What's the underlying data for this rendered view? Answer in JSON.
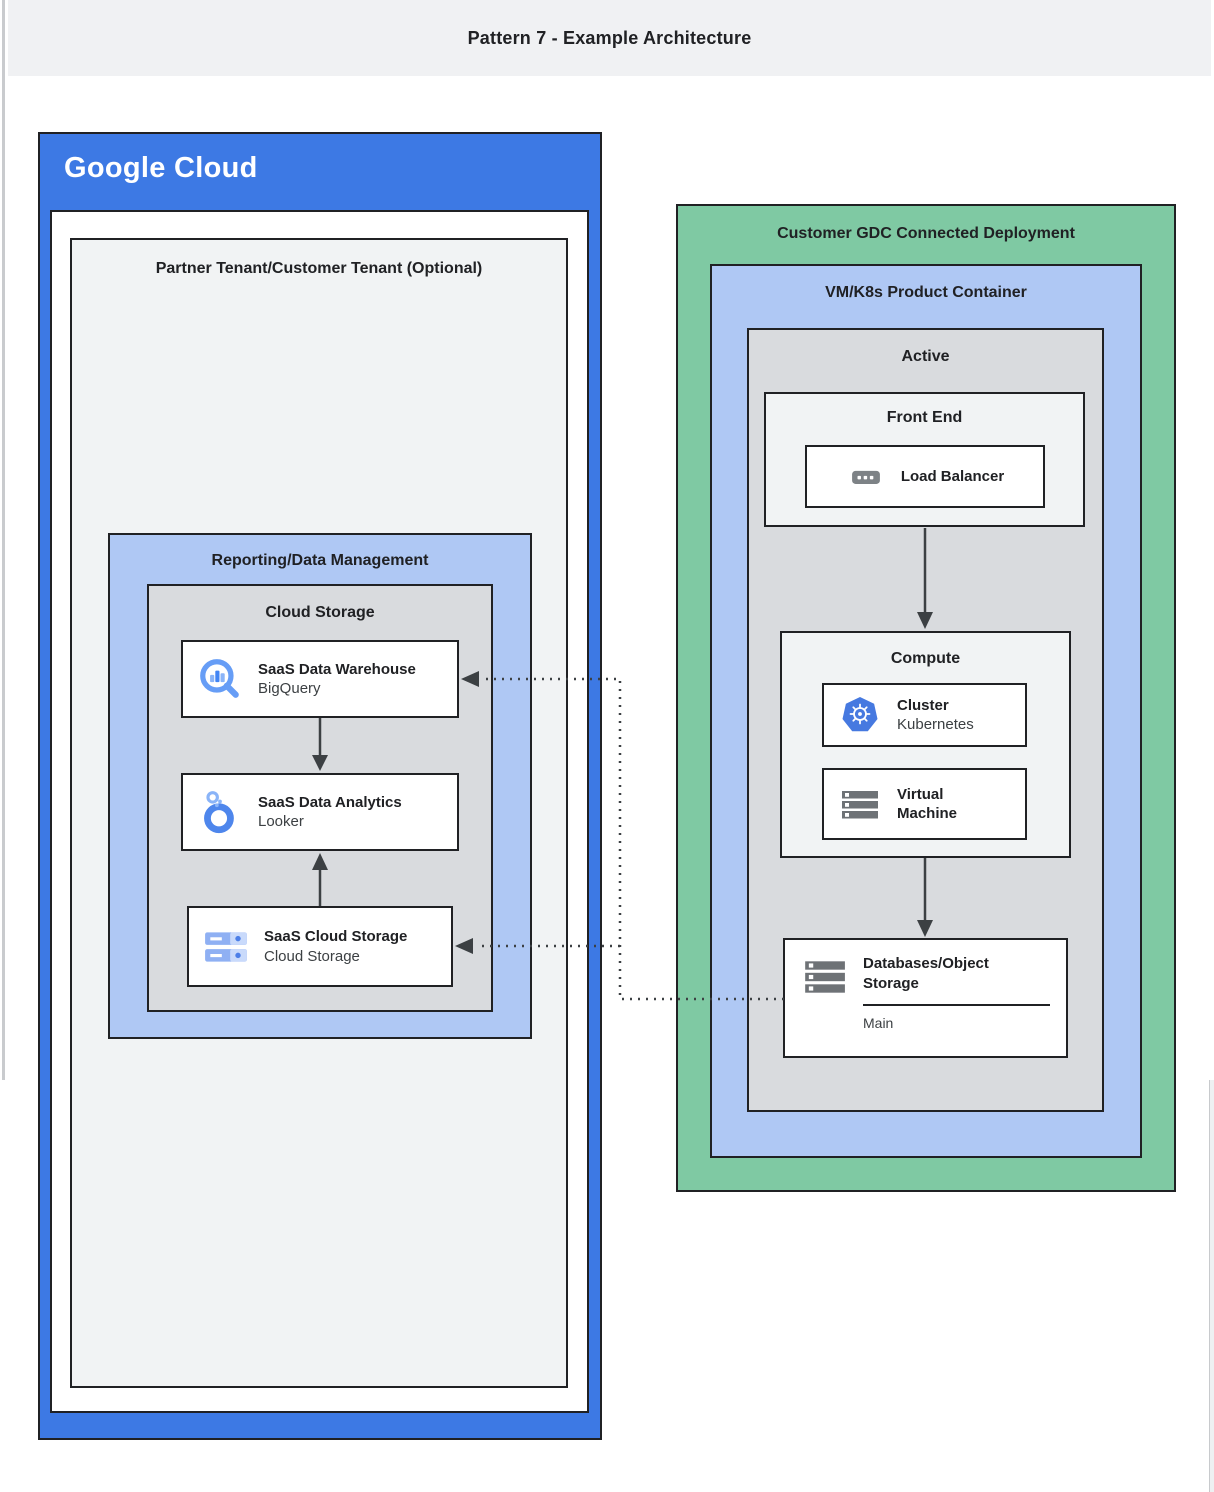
{
  "page": {
    "title": "Pattern 7 - Example Architecture"
  },
  "google_cloud": {
    "logo": "Google Cloud",
    "partner_tenant": {
      "title": "Partner Tenant/Customer Tenant (Optional)"
    },
    "reporting": {
      "title": "Reporting/Data Management",
      "cloud_storage_group": {
        "title": "Cloud Storage",
        "warehouse": {
          "title": "SaaS Data Warehouse",
          "subtitle": "BigQuery",
          "icon": "bigquery-icon"
        },
        "analytics": {
          "title": "SaaS Data Analytics",
          "subtitle": "Looker",
          "icon": "looker-icon"
        },
        "storage": {
          "title": "SaaS Cloud Storage",
          "subtitle": "Cloud Storage",
          "icon": "cloud-storage-icon"
        }
      }
    }
  },
  "gdc": {
    "title": "Customer GDC Connected Deployment",
    "vmk8s": {
      "title": "VM/K8s Product Container",
      "active": {
        "title": "Active",
        "front_end": {
          "title": "Front End",
          "load_balancer": {
            "title": "Load Balancer",
            "icon": "load-balancer-icon"
          }
        },
        "compute": {
          "title": "Compute",
          "cluster": {
            "title": "Cluster",
            "subtitle": "Kubernetes",
            "icon": "kubernetes-icon"
          },
          "virtual_machine": {
            "title": "Virtual Machine",
            "icon": "virtual-machine-icon"
          }
        },
        "databases": {
          "title": "Databases/Object Storage",
          "label": "Main",
          "icon": "databases-icon"
        }
      }
    }
  },
  "colors": {
    "google_blue": "#3D79E4",
    "container_blue": "#AFC8F4",
    "green": "#7FC9A3",
    "inner_gray": "#D9DBDE",
    "light_gray": "#F1F3F4",
    "border": "#202124",
    "connector": "#3C4043"
  }
}
